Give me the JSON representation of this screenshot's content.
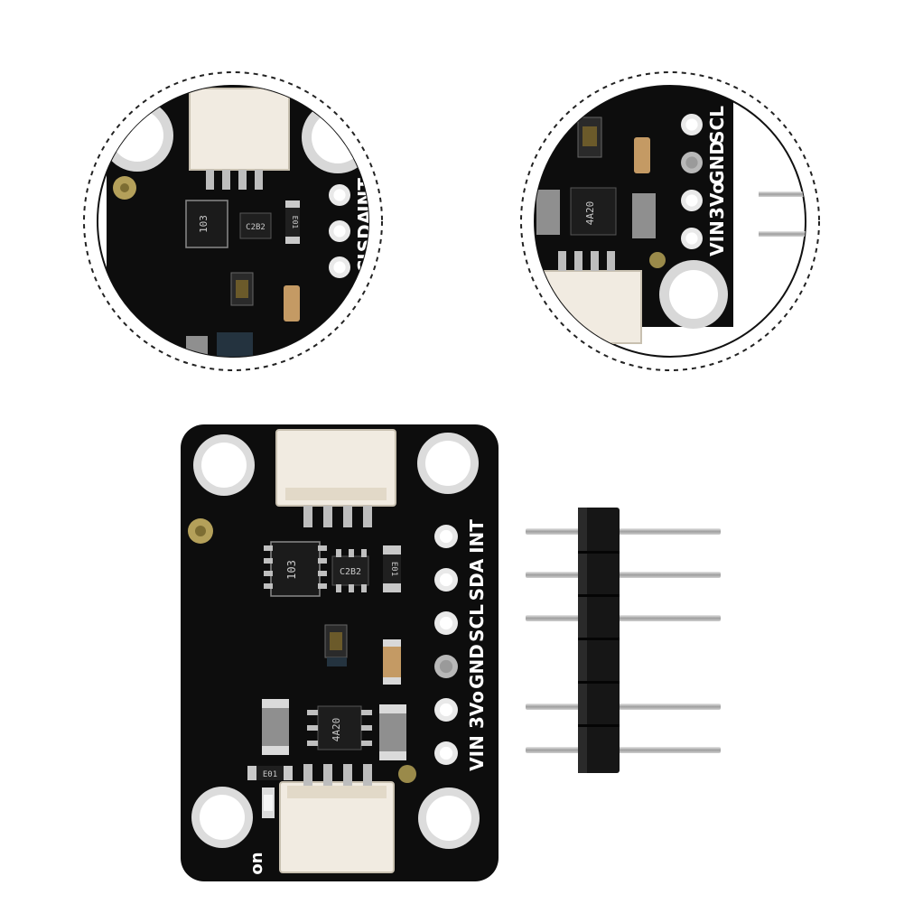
{
  "board": {
    "pin_labels": [
      "INT",
      "SDA",
      "SCL",
      "GND",
      "3Vo",
      "VIN"
    ],
    "chip_text": [
      "103",
      "C2B2",
      "4A20"
    ],
    "resistor_text": "E01",
    "silk_on": "on"
  },
  "zoom_left": {
    "pin_labels": [
      "INT",
      "SDA",
      "SCL"
    ],
    "chip_text": [
      "103",
      "C2B2"
    ],
    "resistor_text": "E01"
  },
  "zoom_right": {
    "pin_labels": [
      "SCL",
      "GND",
      "3Vo",
      "VIN"
    ],
    "chip_text": "4A20"
  },
  "header": {
    "pin_count": 6
  },
  "colors": {
    "pcb": "#0d0d0d",
    "pad": "#e9e9e9",
    "connector": "#f1ebe1",
    "gold": "#b4a05a",
    "pin": "#bdbdbd"
  }
}
